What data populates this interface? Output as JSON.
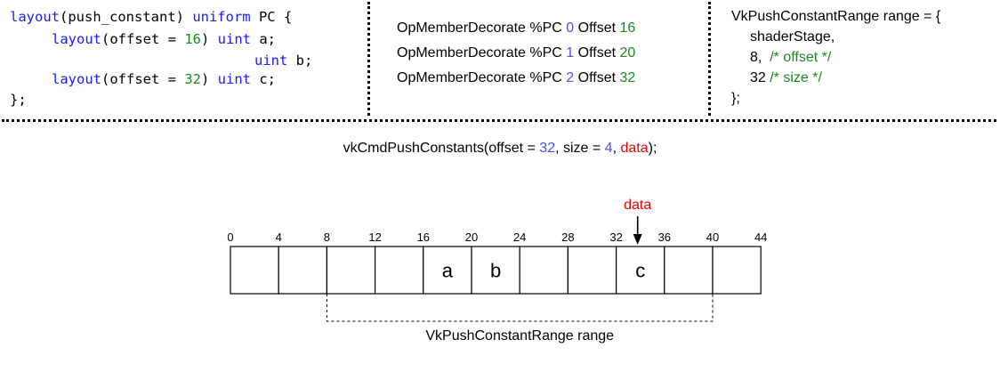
{
  "glsl": {
    "l1": {
      "a": "layout",
      "b": "(push_constant) ",
      "c": "uniform",
      "d": " PC {"
    },
    "l2": {
      "a": "layout",
      "b": "(offset = ",
      "c": "16",
      "d": ") ",
      "e": "uint",
      "f": " a;"
    },
    "l3": {
      "a": "uint",
      "b": " b;"
    },
    "l4": {
      "a": "layout",
      "b": "(offset = ",
      "c": "32",
      "d": ") ",
      "e": "uint",
      "f": " c;"
    },
    "l5": "};"
  },
  "spirv": [
    {
      "prefix": "OpMemberDecorate %PC ",
      "member": "0",
      "mid": " Offset ",
      "offset": "16"
    },
    {
      "prefix": "OpMemberDecorate %PC ",
      "member": "1",
      "mid": " Offset ",
      "offset": "20"
    },
    {
      "prefix": "OpMemberDecorate %PC ",
      "member": "2",
      "mid": " Offset ",
      "offset": "32"
    }
  ],
  "vk_range": {
    "l1": "VkPushConstantRange range = {",
    "l2": "shaderStage,",
    "l3a": "8,  ",
    "l3b": "/* offset */",
    "l4a": "32 ",
    "l4b": "/* size */",
    "l5": "};"
  },
  "cmd": {
    "a": "vkCmdPushConstants(offset = ",
    "b": "32",
    "c": ", size = ",
    "d": "4",
    "e": ", ",
    "f": "data",
    "g": ");"
  },
  "memory": {
    "ticks": [
      "0",
      "4",
      "8",
      "12",
      "16",
      "20",
      "24",
      "28",
      "32",
      "36",
      "40",
      "44"
    ],
    "cells": [
      "",
      "",
      "",
      "",
      "a",
      "b",
      "",
      "",
      "c",
      "",
      ""
    ],
    "data_label": "data",
    "data_offset_index": 8,
    "range_start_index": 2,
    "range_end_index": 10,
    "range_label": "VkPushConstantRange range"
  },
  "colors": {
    "keyword": "#1a1aff",
    "number": "#1a8a1a",
    "highlight": "#e60000",
    "value": "#4d4dff"
  }
}
